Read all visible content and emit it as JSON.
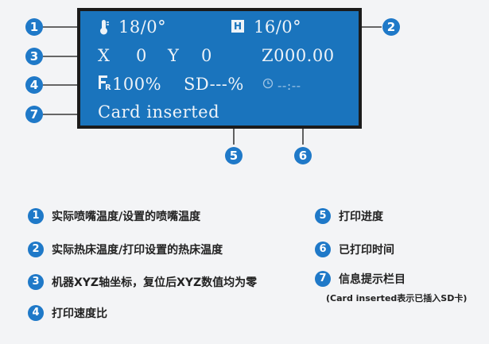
{
  "colors": {
    "lcd_bg": "#1a74bd",
    "lcd_text": "#eef3f8",
    "accent": "#1f79c8"
  },
  "lcd": {
    "nozzle_temp": "18/0°",
    "bed_temp": "16/0°",
    "bed_icon_letter": "H",
    "x_label": "X",
    "x_value": "0",
    "y_label": "Y",
    "y_value": "0",
    "z_value": "Z000.00",
    "speed": "100%",
    "sd_progress": "SD---%",
    "elapsed": "--:--",
    "status_message": "Card inserted"
  },
  "callouts": [
    "1",
    "2",
    "3",
    "4",
    "5",
    "6",
    "7"
  ],
  "legend": [
    {
      "num": "1",
      "text": "实际喷嘴温度/设置的喷嘴温度"
    },
    {
      "num": "2",
      "text": "实际热床温度/打印设置的热床温度"
    },
    {
      "num": "3",
      "text": "机器XYZ轴坐标，复位后XYZ数值均为零"
    },
    {
      "num": "4",
      "text": "打印速度比"
    },
    {
      "num": "5",
      "text": "打印进度"
    },
    {
      "num": "6",
      "text": "已打印时间"
    },
    {
      "num": "7",
      "text": "信息提示栏目"
    }
  ],
  "note": "(Card inserted表示已插入SD卡)"
}
